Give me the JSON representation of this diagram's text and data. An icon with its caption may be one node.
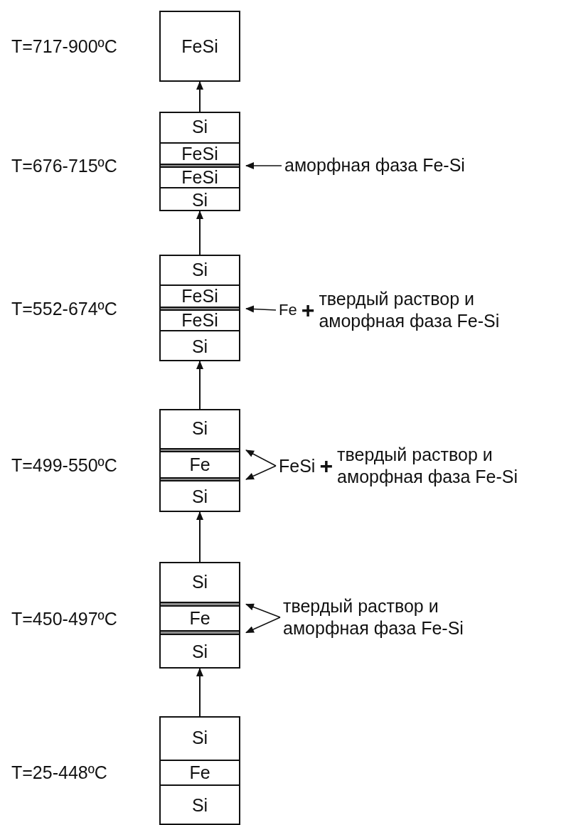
{
  "diagram": {
    "nodes": [
      {
        "text": [
          "FeSi"
        ],
        "beside": [
          "T=717-900ºC"
        ]
      },
      {
        "text": [],
        "shape": "box",
        "beside": [
          "T=676-715ºC"
        ]
      },
      {
        "text": [
          "Si"
        ],
        "in": 1
      },
      {
        "text": [
          "FeSi"
        ],
        "in": 1
      },
      {
        "text": [],
        "shape": "bar",
        "in": 1
      },
      {
        "text": [
          "FeSi"
        ],
        "in": 1
      },
      {
        "text": [
          "Si"
        ],
        "in": 1
      },
      {
        "text": [
          "аморфная фаза Fe-Si"
        ]
      },
      {
        "text": [],
        "shape": "box",
        "beside": [
          "T=552-674ºC"
        ]
      },
      {
        "text": [
          "Si"
        ],
        "in": 8
      },
      {
        "text": [
          "FeSi"
        ],
        "in": 8
      },
      {
        "text": [],
        "shape": "bar",
        "in": 8
      },
      {
        "text": [
          "FeSi"
        ],
        "in": 8
      },
      {
        "text": [
          "Si"
        ],
        "in": 8
      },
      {
        "text": [
          "Fe",
          "+",
          "твердый раствор и аморфная фаза Fe-Si"
        ]
      },
      {
        "text": [],
        "shape": "box",
        "beside": [
          "T=499-550ºC"
        ]
      },
      {
        "text": [
          "Si"
        ],
        "in": 15
      },
      {
        "text": [],
        "shape": "bar",
        "in": 15
      },
      {
        "text": [
          "Fe"
        ],
        "in": 15
      },
      {
        "text": [],
        "shape": "bar",
        "in": 15
      },
      {
        "text": [
          "Si"
        ],
        "in": 15
      },
      {
        "text": [
          "FeSi",
          "+",
          "твердый раствор и аморфная фаза Fe-Si"
        ]
      },
      {
        "text": [],
        "shape": "box",
        "beside": [
          "T=450-497ºC"
        ]
      },
      {
        "text": [
          "Si"
        ],
        "in": 22
      },
      {
        "text": [],
        "shape": "bar",
        "in": 22
      },
      {
        "text": [
          "Fe"
        ],
        "in": 22
      },
      {
        "text": [],
        "shape": "bar",
        "in": 22
      },
      {
        "text": [
          "Si"
        ],
        "in": 22
      },
      {
        "text": [
          "твердый раствор и аморфная фаза Fe-Si"
        ]
      },
      {
        "text": [],
        "shape": "box",
        "beside": [
          "T=25-448ºC"
        ]
      },
      {
        "text": [
          "Si"
        ],
        "in": 29
      },
      {
        "text": [
          "Fe"
        ],
        "in": 29
      },
      {
        "text": [
          "Si"
        ],
        "in": 29
      }
    ],
    "edges": [
      {
        "from": 1,
        "to": 0,
        "arrow": "to"
      },
      {
        "from": 8,
        "to": 1,
        "arrow": "to"
      },
      {
        "from": 15,
        "to": 8,
        "arrow": "to"
      },
      {
        "from": 22,
        "to": 15,
        "arrow": "to"
      },
      {
        "from": 29,
        "to": 22,
        "arrow": "to"
      },
      {
        "from": 7,
        "to": 4,
        "arrow": "to"
      },
      {
        "from": 14,
        "to": 11,
        "arrow": "to"
      },
      {
        "from": 21,
        "to": 17,
        "arrow": "to"
      },
      {
        "from": 21,
        "to": 19,
        "arrow": "to"
      },
      {
        "from": 28,
        "to": 24,
        "arrow": "to"
      },
      {
        "from": 28,
        "to": 26,
        "arrow": "to"
      }
    ]
  }
}
